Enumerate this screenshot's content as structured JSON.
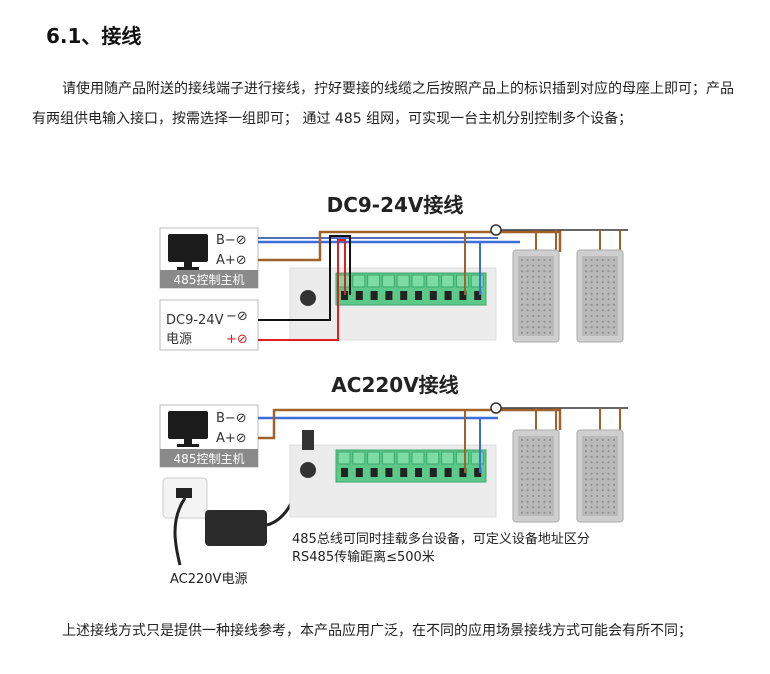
{
  "heading": "6.1、接线",
  "intro": "请使用随产品附送的接线端子进行接线，拧好要接的线缆之后按照产品上的标识插到对应的母座上即可；产品有两组供电输入接口，按需选择一组即可；  通过 485 组网，可实现一台主机分别控制多个设备；",
  "diagram": {
    "top_title": "DC9-24V接线",
    "bottom_title": "AC220V接线",
    "controller_label": "485控制主机",
    "b_minus": "B−⊘",
    "a_plus": "A+⊘",
    "psu_line1": "DC9-24V",
    "psu_minus": "−⊘",
    "psu_line2": "电源",
    "psu_plus": "+⊘",
    "ac_label": "AC220V电源",
    "note_line1": "485总线可同时挂载多台设备，可定义设备地址区分",
    "note_line2": "RS485传输距离≤500米",
    "wire_colors": {
      "blue": "#3a6fd8",
      "brown": "#a0622b",
      "red": "#e02020",
      "black": "#111111"
    },
    "terminal_color": "#5cc98a"
  },
  "footer": "上述接线方式只是提供一种接线参考，本产品应用广泛，在不同的应用场景接线方式可能会有所不同；"
}
